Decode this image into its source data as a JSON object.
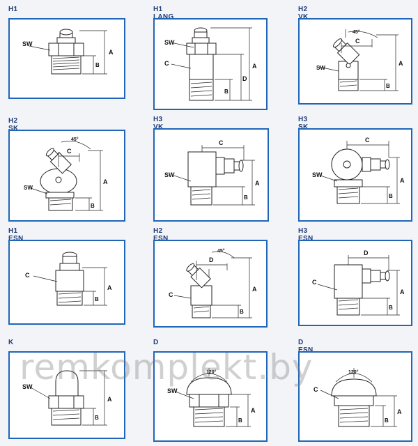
{
  "fittings": [
    {
      "title": "H1",
      "labels": {
        "sw": "SW",
        "a": "A",
        "b": "B"
      }
    },
    {
      "title": "H1 LANG",
      "labels": {
        "sw": "SW",
        "c": "C",
        "a": "A",
        "d": "D",
        "b": "B"
      }
    },
    {
      "title": "H2 VK",
      "labels": {
        "angle": "45°",
        "c": "C",
        "sw": "SW",
        "a": "A",
        "b": "B"
      }
    },
    {
      "title": "H2 SK",
      "labels": {
        "angle": "45°",
        "c": "C",
        "sw": "SW",
        "a": "A",
        "b": "B"
      }
    },
    {
      "title": "H3 VK",
      "labels": {
        "c": "C",
        "sw": "SW",
        "a": "A",
        "b": "B"
      }
    },
    {
      "title": "H3 SK",
      "labels": {
        "c": "C",
        "sw": "SW",
        "a": "A",
        "b": "B"
      }
    },
    {
      "title": "H1 ESN",
      "labels": {
        "c": "C",
        "a": "A",
        "b": "B"
      }
    },
    {
      "title": "H2 ESN",
      "labels": {
        "angle": "45°",
        "d": "D",
        "c": "C",
        "a": "A",
        "b": "B"
      }
    },
    {
      "title": "H3 ESN",
      "labels": {
        "d": "D",
        "c": "C",
        "a": "A",
        "b": "B"
      }
    },
    {
      "title": "K",
      "labels": {
        "sw": "SW",
        "a": "A",
        "b": "B"
      }
    },
    {
      "title": "D",
      "labels": {
        "angle": "120°",
        "sw": "SW",
        "a": "A",
        "b": "B"
      }
    },
    {
      "title": "D ESN",
      "labels": {
        "angle": "120°",
        "c": "C",
        "a": "A",
        "b": "B"
      }
    }
  ],
  "watermark": "remkomplekt.by",
  "colors": {
    "frame": "#1f66b8",
    "title": "#1f3c78",
    "line": "#222222"
  }
}
